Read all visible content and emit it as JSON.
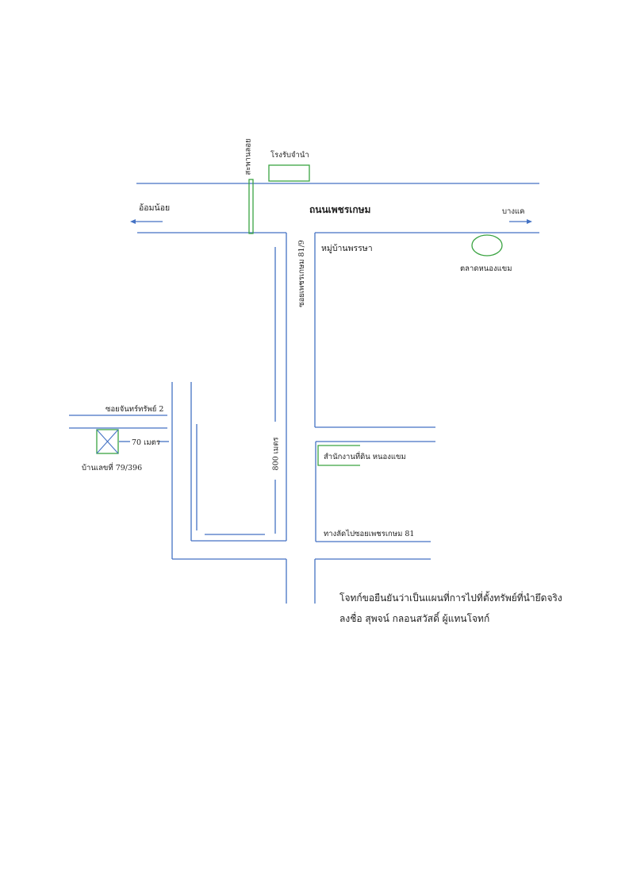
{
  "labels": {
    "bridge": "สะพานลอย",
    "pawnshop": "โรงรับจำนำ",
    "west_dir": "อ้อมน้อย",
    "main_road": "ถนนเพชรเกษม",
    "east_dir": "บางแค",
    "village": "หมู่บ้านพรรษา",
    "market": "ตลาดหนองแขม",
    "soi_vertical": "ซอยเพชรเกษม 81/9",
    "soi_chan": "ซอยจันทร์ทรัพย์ 2",
    "distance_70": "70 เมตร",
    "house_no": "บ้านเลขที่ 79/396",
    "distance_800": "800 เมตร",
    "land_office": "สำนักงานที่ดิน หนองแขม",
    "shortcut": "ทางลัดไปซอยเพชรเกษม 81"
  },
  "statement": {
    "line1": "โจทก์ขอยืนยันว่าเป็นแผนที่การไปที่ตั้งทรัพย์ที่นำยึดจริง",
    "line2": "ลงชื่อ  สุพจน์ กลอนสวัสดิ์  ผู้แทนโจทก์"
  },
  "colors": {
    "road": "#4472c4",
    "landmark": "#3aa341"
  }
}
